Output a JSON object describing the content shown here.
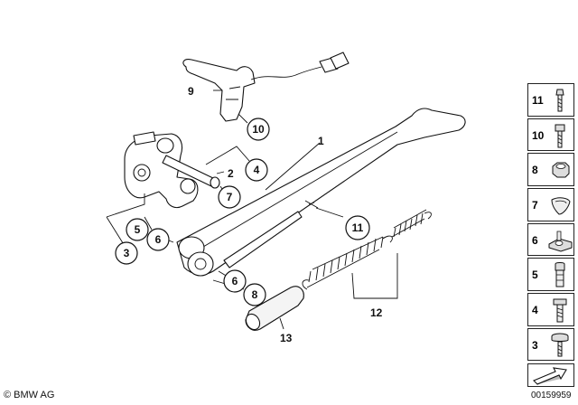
{
  "callouts": {
    "c1": "1",
    "c2": "2",
    "c3": "3",
    "c4": "4",
    "c5": "5",
    "c6a": "6",
    "c6b": "6",
    "c7": "7",
    "c8": "8",
    "c9": "9",
    "c10": "10",
    "c11": "11",
    "c12": "12",
    "c13": "13"
  },
  "legend": [
    "11",
    "10",
    "8",
    "7",
    "6",
    "5",
    "4",
    "3"
  ],
  "footer": {
    "copyright": "© BMW AG",
    "doc_number": "00159959"
  },
  "icons": [
    "screw-icon",
    "bolt-icon",
    "nut-icon",
    "cotter-pin-icon",
    "spring-plate-icon",
    "stud-bolt-icon",
    "hex-bolt-icon",
    "fillister-screw-icon",
    "arrow-icon"
  ]
}
